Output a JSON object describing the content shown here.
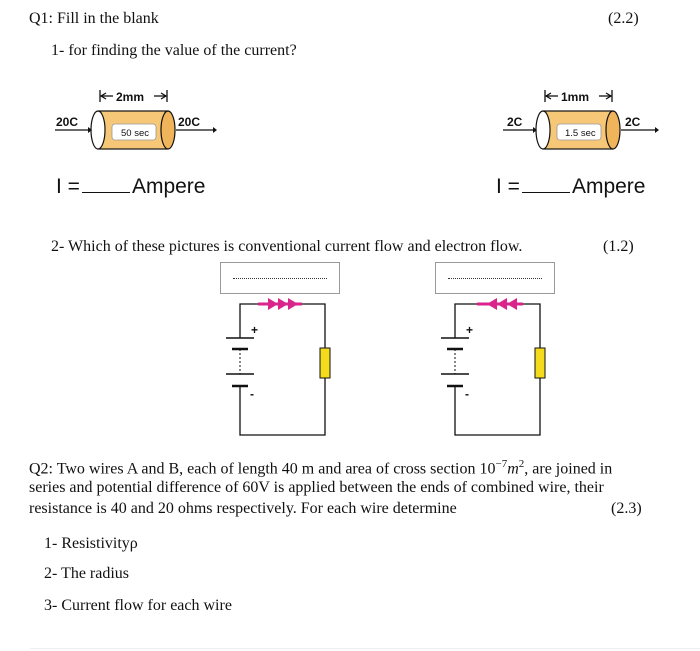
{
  "q1": {
    "title": "Q1: Fill in the blank",
    "marks": "(2.2)",
    "item1": "1-  for finding the value of the current?",
    "left_circuit": {
      "length": "2mm",
      "charge_in": "20C",
      "charge_out": "20C",
      "time": "50 sec"
    },
    "right_circuit": {
      "length": "1mm",
      "charge_in": "2C",
      "charge_out": "2C",
      "time": "1.5 sec"
    },
    "answer_prefix": "I =",
    "answer_unit": "Ampere",
    "item2": "2-  Which of these pictures is conventional current flow and electron flow.",
    "item2_marks": "(1.2)",
    "plus_sign": "+",
    "minus_sign": "-",
    "arrow_color": "#d9248c",
    "battery_color": "#f4dc1c",
    "cylinder_color": "#f6c777"
  },
  "q2": {
    "line1_pre": "Q2: Two wires A and B, each of length 40 m and area of cross section 10",
    "line1_exp": "−7",
    "line1_mid": "m",
    "line1_exp2": "2",
    "line1_post": ", are joined in",
    "line2": "series and potential difference of 60V is applied between the ends of combined wire, their",
    "line3": "resistance is 40 and 20 ohms respectively. For each wire determine",
    "marks": "(2.3)",
    "items": [
      "1-  Resistivityρ",
      "2-  The radius",
      "3-  Current flow for each wire"
    ]
  }
}
